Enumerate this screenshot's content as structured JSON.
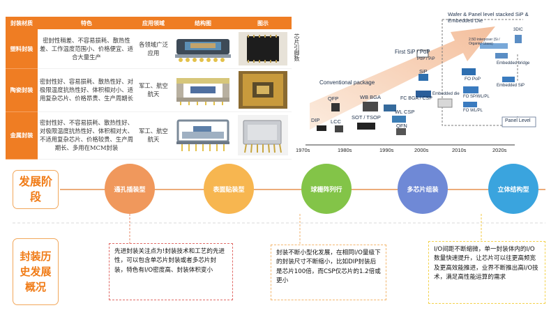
{
  "table": {
    "headers": [
      "封装材质",
      "特色",
      "应用领域",
      "结构图",
      "图示"
    ],
    "rows": [
      {
        "material": "塑料封装",
        "features": "密封性稍差、不容易损耗、散热性差、工作温度范围小、价格便宜、适合大量生产",
        "application": "各领域广泛应用"
      },
      {
        "material": "陶瓷封装",
        "features": "密封性好、容易损耗、散热性好、对极限温度抗热性好、体积相对小、适用复杂芯片、价格昂贵、生产周期长",
        "application": "军工、航空航天"
      },
      {
        "material": "金属封装",
        "features": "密封性好、不容易损耗、散热性好、对极限温度抗热性好、体积相对大、不适用复杂芯片、价格较贵、生产周期长、多用在MCM封装",
        "application": "军工、航空航天"
      }
    ]
  },
  "timeline": {
    "y_axis_label": "芯片引脚数",
    "x_years": [
      "1970s",
      "1980s",
      "1990s",
      "2000s",
      "2010s",
      "2020s"
    ],
    "eras": {
      "conventional": "Conventional package",
      "first_sip": "First SiP / PoP",
      "wafer_panel": "Wafer & Panel level stacked SiP & Embedded Die",
      "panel_level": "Panel Level"
    },
    "packages": {
      "dip": "DIP",
      "qfp": "QFP",
      "lcc": "LCC",
      "wb_bga": "WB BGA",
      "sot": "SOT / TSOP",
      "fc_bga": "FC BGA / CSP",
      "wl_csp": "WL CSP",
      "qfn": "QFN",
      "pop": "PoP / PiP",
      "sip": "SiP",
      "embedded_die": "Embedded die",
      "fo_pop": "FO PoP",
      "fo_sp": "FO SP/WL/PL",
      "fo_wlpl": "FO WL/PL",
      "interposer": "2.5D interposer (Si / Organic/ Glass)",
      "sdic": "3DIC",
      "embedded_bridge": "Embedded bridge",
      "embedded_sip": "Embedded SiP"
    }
  },
  "stages": {
    "label": "发展阶段",
    "items": [
      "通孔插装型",
      "表面贴装型",
      "球栅阵列行",
      "多芯片组装",
      "立体结构型"
    ],
    "colors": [
      "#f0985c",
      "#f7b650",
      "#83c448",
      "#6f89d6",
      "#3aa4de"
    ]
  },
  "history": {
    "label": "封装历史发展概况",
    "notes": [
      "先进封装关注点为!封装技术和工艺的先进性，可以包含单芯片封装或者多芯片封装，特色有I/O密度高、封装体积变小",
      "封装不断小型化发展，在相同I/O量级下的封装尺寸不断缩小，比如DIP封装后是芯片100倍，而CSP仅芯片的1.2倍或更小",
      "I/O间距不断缩微，单一封装体内的I/O数量快速提升，让芯片可以往更高频宽及更高效能推进，业界不断推出高I/O技术，满足高性能运算的需求"
    ]
  }
}
